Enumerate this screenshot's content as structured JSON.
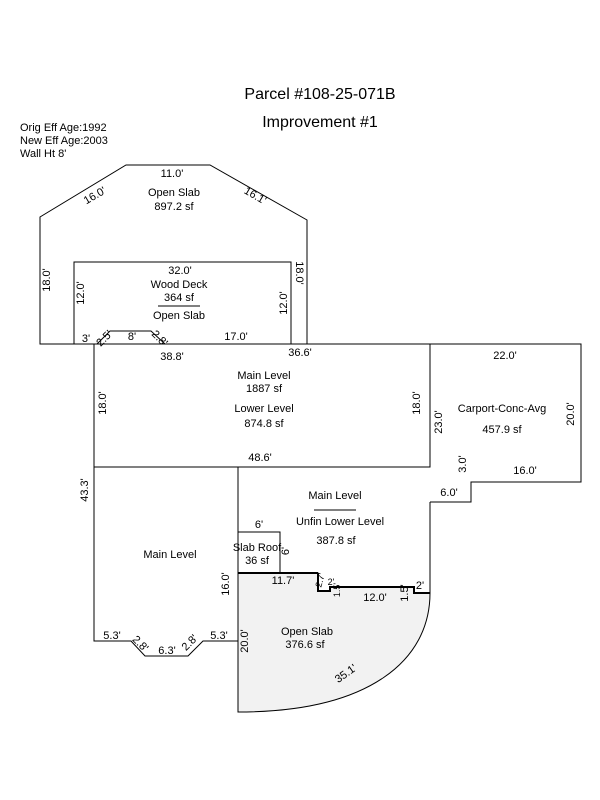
{
  "header": {
    "parcel": "Parcel #108-25-071B",
    "improvement": "Improvement #1"
  },
  "info": {
    "orig_eff_age": "Orig Eff Age:1992",
    "new_eff_age": "New Eff Age:2003",
    "wall_height": "Wall Ht 8'"
  },
  "areas": {
    "open_slab_top": {
      "name": "Open Slab",
      "area": "897.2 sf"
    },
    "wood_deck": {
      "name": "Wood Deck",
      "area": "364 sf",
      "sub": "Open Slab"
    },
    "main_upper": {
      "name": "Main Level",
      "area": "1887 sf",
      "sub": "Lower Level",
      "sub_area": "874.8 sf"
    },
    "carport": {
      "name": "Carport-Conc-Avg",
      "area": "457.9 sf"
    },
    "main_lower_left": {
      "name": "Main Level"
    },
    "unfin": {
      "name": "Main Level",
      "sub": "Unfin Lower Level",
      "area": "387.8 sf"
    },
    "slab_roof": {
      "name": "Slab Roof",
      "area": "36 sf"
    },
    "open_slab_bottom": {
      "name": "Open Slab",
      "area": "376.6 sf"
    }
  },
  "dimensions": {
    "top_11": "11.0'",
    "diag_16_0": "16.0'",
    "diag_16_1": "16.1'",
    "left_18_top": "18.0'",
    "right_18_top": "18.0'",
    "deck_32": "32.0'",
    "deck_12_left": "12.0'",
    "deck_12_right": "12.0'",
    "d_3": "3'",
    "d_2_5": "2.5'",
    "d_8": "8'",
    "d_2_8_top": "2.8'",
    "d_17": "17.0'",
    "d_38_8": "38.8'",
    "d_36_6": "36.6'",
    "main_18_left": "18.0'",
    "main_18_right": "18.0'",
    "d_48_6": "48.6'",
    "d_43_3": "43.3'",
    "carport_22": "22.0'",
    "carport_23": "23.0'",
    "carport_20": "20.0'",
    "carport_3": "3.0'",
    "carport_16": "16.0'",
    "carport_6": "6.0'",
    "slab_6_top": "6'",
    "slab_6_side": "6'",
    "d_11_7": "11.7'",
    "d_16_0": "16.0'",
    "d_2_7": "2.7'",
    "d_2_small": "2'",
    "d_1_5_a": "1.5'",
    "d_12_0": "12.0'",
    "d_1_5_b": "1.5'",
    "d_2_right": "2'",
    "bay_5_3_left": "5.3'",
    "bay_2_8_left": "2.8'",
    "bay_6_3": "6.3'",
    "bay_2_8_right": "2.8'",
    "bay_5_3_right": "5.3'",
    "d_20_0": "20.0'",
    "arc_35_1": "35.1'"
  }
}
